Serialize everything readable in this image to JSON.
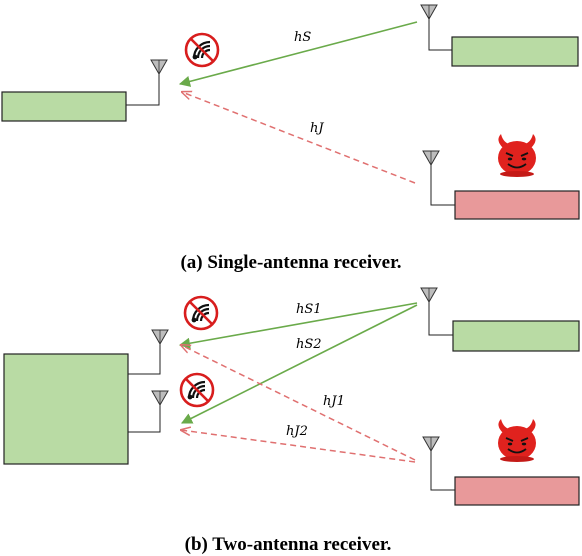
{
  "panel_a": {
    "caption": "(a) Single-antenna receiver.",
    "signal_label": "hS",
    "jammer_label": "hJ"
  },
  "panel_b": {
    "caption": "(b) Two-antenna receiver.",
    "signal_labels": [
      "hS1",
      "hS2"
    ],
    "jammer_labels": [
      "hJ1",
      "hJ2"
    ]
  },
  "colors": {
    "receiver_fill": "#b9dba4",
    "transmitter_fill": "#b9dba4",
    "jammer_fill": "#e8999a",
    "signal_line": "#6aaa4a",
    "jammer_line": "#e07070",
    "devil": "#e0221e",
    "no_signal_ring": "#d81d1d"
  },
  "icons": {
    "no_signal": "no-wifi-icon",
    "jammer": "devil-icon",
    "antenna": "antenna-icon"
  }
}
